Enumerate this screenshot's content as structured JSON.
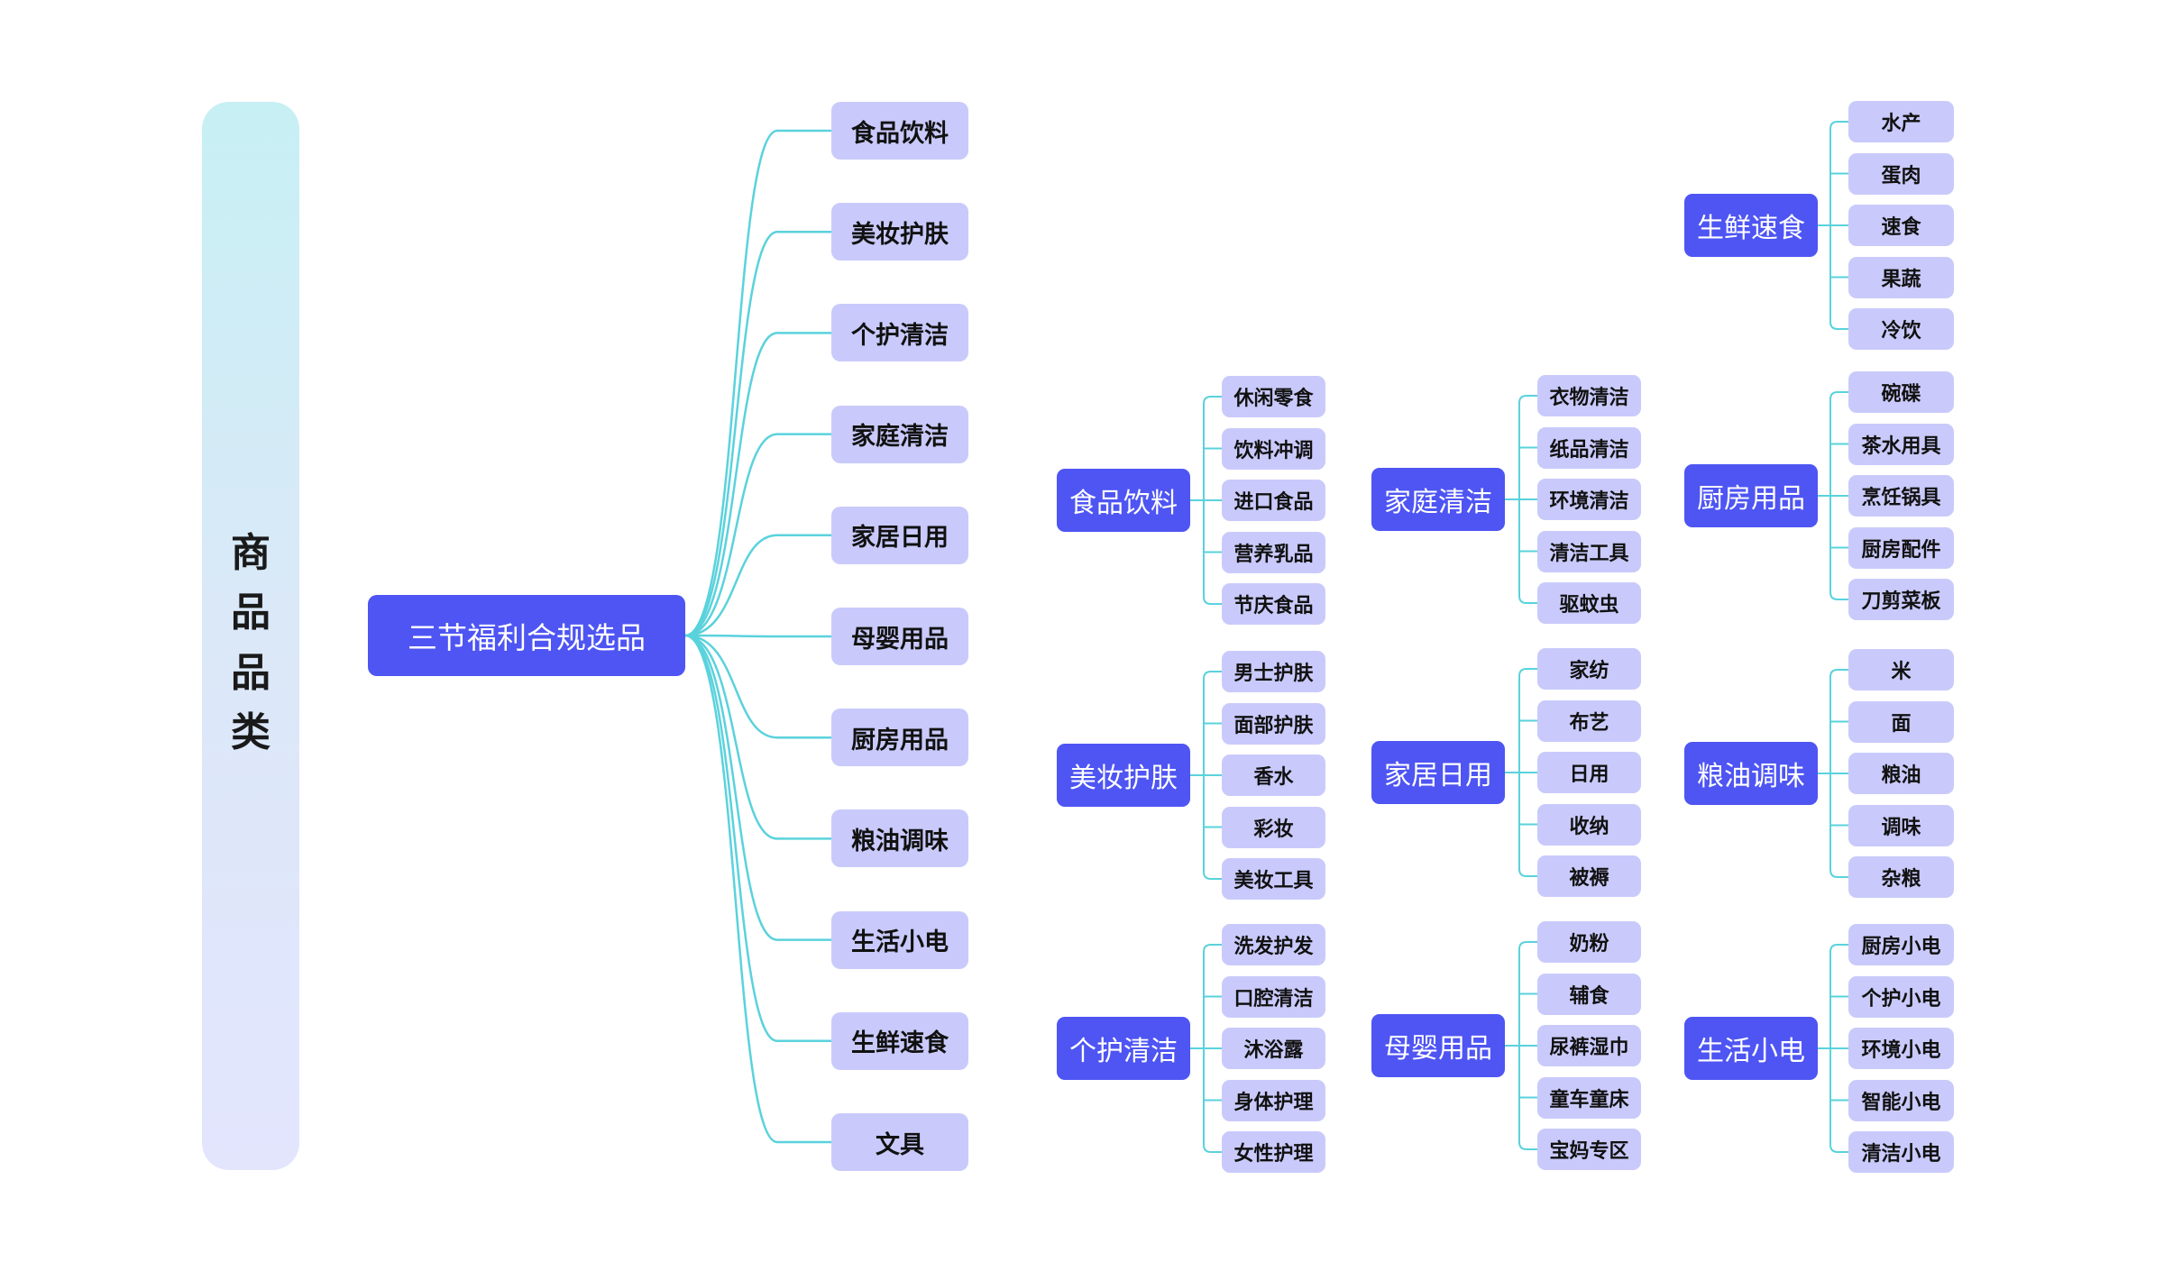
{
  "side_title": [
    "商",
    "品",
    "品",
    "类"
  ],
  "root_label": "三节福利合规选品",
  "categories": [
    "食品饮料",
    "美妆护肤",
    "个护清洁",
    "家庭清洁",
    "家居日用",
    "母婴用品",
    "厨房用品",
    "粮油调味",
    "生活小电",
    "生鲜速食",
    "文具"
  ],
  "groups": [
    {
      "title": "食品饮料",
      "items": [
        "休闲零食",
        "饮料冲调",
        "进口食品",
        "营养乳品",
        "节庆食品"
      ]
    },
    {
      "title": "美妆护肤",
      "items": [
        "男士护肤",
        "面部护肤",
        "香水",
        "彩妆",
        "美妆工具"
      ]
    },
    {
      "title": "个护清洁",
      "items": [
        "洗发护发",
        "口腔清洁",
        "沐浴露",
        "身体护理",
        "女性护理"
      ]
    },
    {
      "title": "家庭清洁",
      "items": [
        "衣物清洁",
        "纸品清洁",
        "环境清洁",
        "清洁工具",
        "驱蚊虫"
      ]
    },
    {
      "title": "家居日用",
      "items": [
        "家纺",
        "布艺",
        "日用",
        "收纳",
        "被褥"
      ]
    },
    {
      "title": "母婴用品",
      "items": [
        "奶粉",
        "辅食",
        "尿裤湿巾",
        "童车童床",
        "宝妈专区"
      ]
    },
    {
      "title": "生鲜速食",
      "items": [
        "水产",
        "蛋肉",
        "速食",
        "果蔬",
        "冷饮"
      ]
    },
    {
      "title": "厨房用品",
      "items": [
        "碗碟",
        "茶水用具",
        "烹饪锅具",
        "厨房配件",
        "刀剪菜板"
      ]
    },
    {
      "title": "粮油调味",
      "items": [
        "米",
        "面",
        "粮油",
        "调味",
        "杂粮"
      ]
    },
    {
      "title": "生活小电",
      "items": [
        "厨房小电",
        "个护小电",
        "环境小电",
        "智能小电",
        "清洁小电"
      ]
    }
  ],
  "colors": {
    "connector": "#5ad2dc",
    "primary": "#4e55f3",
    "light": "#c9cafb",
    "banner_top": "#c7f0f4",
    "banner_bottom": "#e3e5fd"
  }
}
